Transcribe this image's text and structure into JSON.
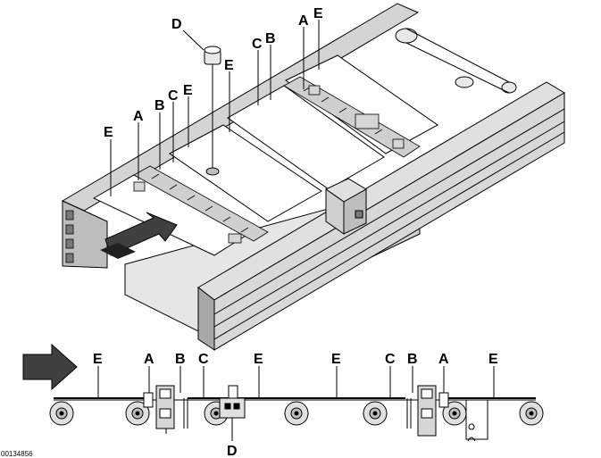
{
  "top_view": {
    "labels": {
      "a_left": "A",
      "b_left": "B",
      "c_left": "C",
      "e_left": "E",
      "e_mid_left": "E",
      "e_mid": "E",
      "c_right": "C",
      "b_right": "B",
      "a_right": "A",
      "e_right": "E",
      "d_top": "D"
    }
  },
  "side_view": {
    "labels": {
      "e1": "E",
      "a1": "A",
      "b1": "B",
      "c1": "C",
      "e2": "E",
      "e3": "E",
      "c2": "C",
      "b2": "B",
      "a2": "A",
      "e4": "E",
      "d": "D"
    }
  },
  "document_id": "00134856",
  "colors": {
    "line": "#000000",
    "frame_fill": "#d9d9d9",
    "frame_dark": "#8c8c8c",
    "panel_fill": "#ffffff",
    "arrow_fill": "#404040"
  }
}
